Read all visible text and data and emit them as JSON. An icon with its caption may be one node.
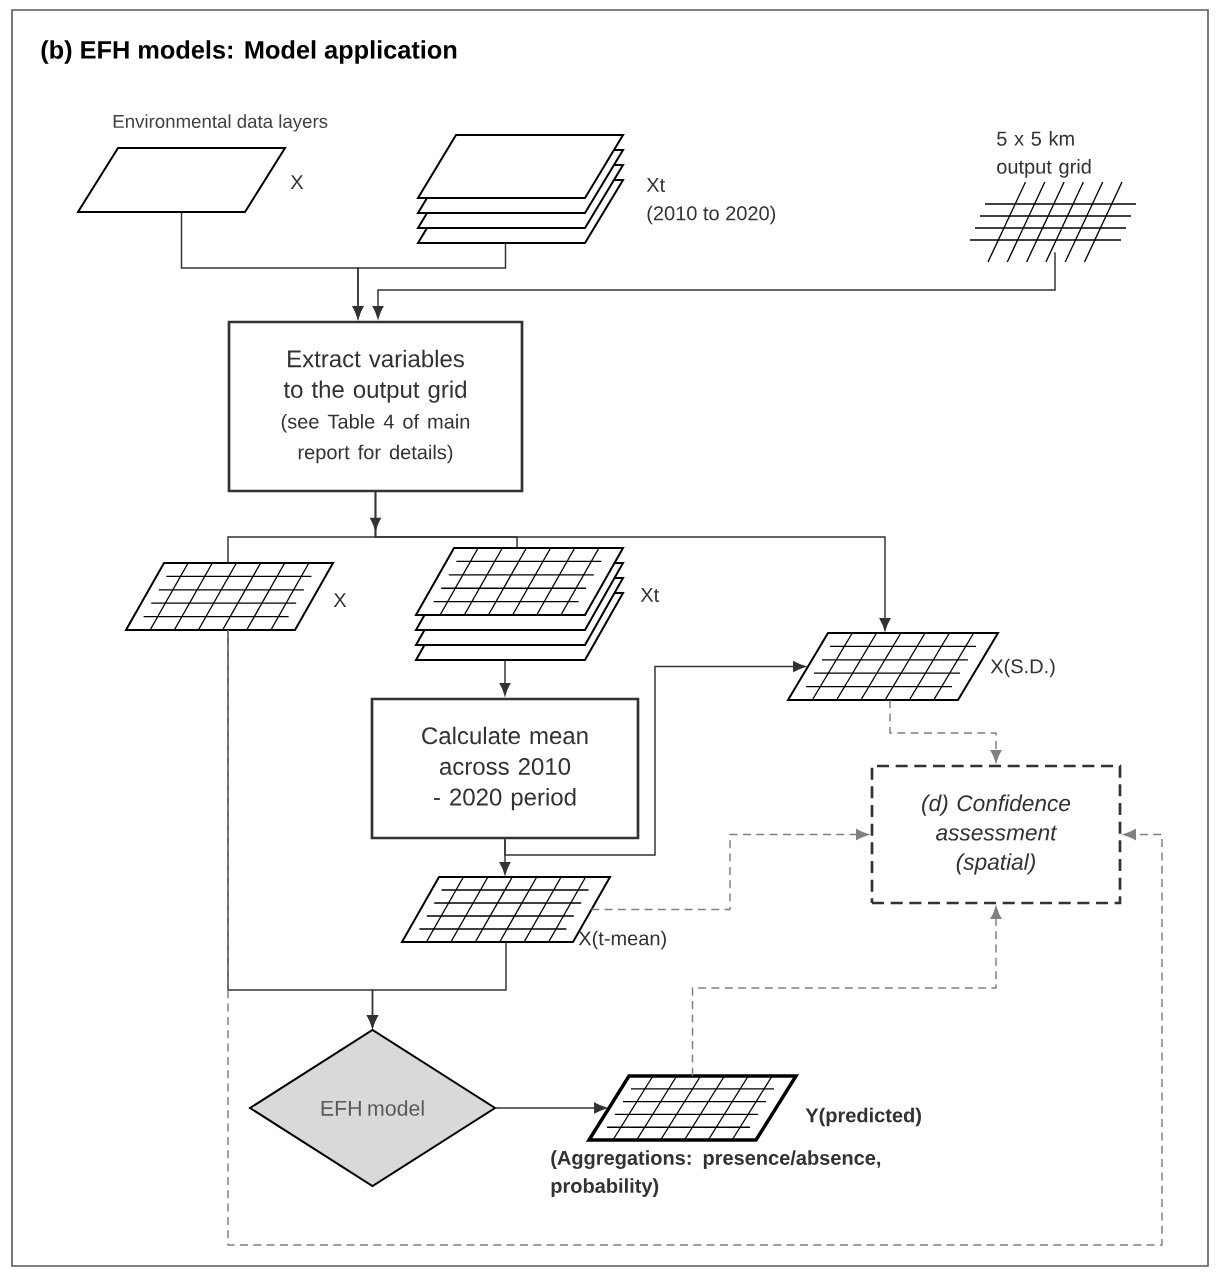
{
  "diagram": {
    "title": "(b) EFH models: Model application",
    "nodes": [
      {
        "text": [],
        "shape": "parallelogram",
        "beside": [
          "X"
        ]
      },
      {
        "text": [],
        "shape": "stack",
        "beside": [
          "Xt",
          "(2010 to 2020)"
        ]
      },
      {
        "text": [],
        "shape": "grid",
        "beside": [
          "5 x 5 km output grid"
        ]
      },
      {
        "text": [
          "Extract variables to the output grid",
          "(see Table 4 of main report for details)"
        ]
      },
      {
        "text": [],
        "shape": "grid",
        "beside": [
          "X"
        ]
      },
      {
        "text": [],
        "shape": "stack",
        "beside": [
          "Xt"
        ]
      },
      {
        "text": [],
        "shape": "grid",
        "beside": [
          "X(S.D.)"
        ]
      },
      {
        "text": [
          "Calculate mean across 2010 - 2020 period"
        ]
      },
      {
        "text": [
          "(d) Confidence assessment (spatial)"
        ]
      },
      {
        "text": [],
        "shape": "grid",
        "beside": [
          "X(t-mean)"
        ]
      },
      {
        "text": [
          "EFH model"
        ]
      },
      {
        "text": [],
        "shape": "grid",
        "beside": [
          "Y(predicted)",
          "(Aggregations: presence/absence, probability)"
        ]
      }
    ],
    "edges": [
      {
        "from": 0,
        "to": 3,
        "arrow": "to"
      },
      {
        "from": 1,
        "to": 3,
        "arrow": "to"
      },
      {
        "from": 2,
        "to": 3,
        "arrow": "to"
      },
      {
        "from": 3,
        "to": 4,
        "arrow": "none"
      },
      {
        "from": 3,
        "to": 5,
        "arrow": "none"
      },
      {
        "from": 3,
        "to": 6,
        "arrow": "to"
      },
      {
        "from": 5,
        "to": 7,
        "arrow": "to"
      },
      {
        "from": 7,
        "to": 9,
        "arrow": "to"
      },
      {
        "from": 7,
        "to": 6,
        "arrow": "to"
      },
      {
        "from": 6,
        "to": 8,
        "arrow": "to",
        "style": "dashed",
        "color": "#808080"
      },
      {
        "from": 9,
        "to": 8,
        "arrow": "to",
        "style": "dashed",
        "color": "#808080"
      },
      {
        "from": 4,
        "to": 10,
        "arrow": "to"
      },
      {
        "from": 9,
        "to": 10,
        "arrow": "to"
      },
      {
        "from": 10,
        "to": 11,
        "arrow": "to"
      },
      {
        "from": 11,
        "to": 8,
        "arrow": "to",
        "style": "dashed",
        "color": "#808080"
      },
      {
        "from": 4,
        "to": 8,
        "arrow": "to",
        "style": "dashed",
        "color": "#808080"
      }
    ],
    "labels": [
      "Environmental data layers"
    ]
  }
}
